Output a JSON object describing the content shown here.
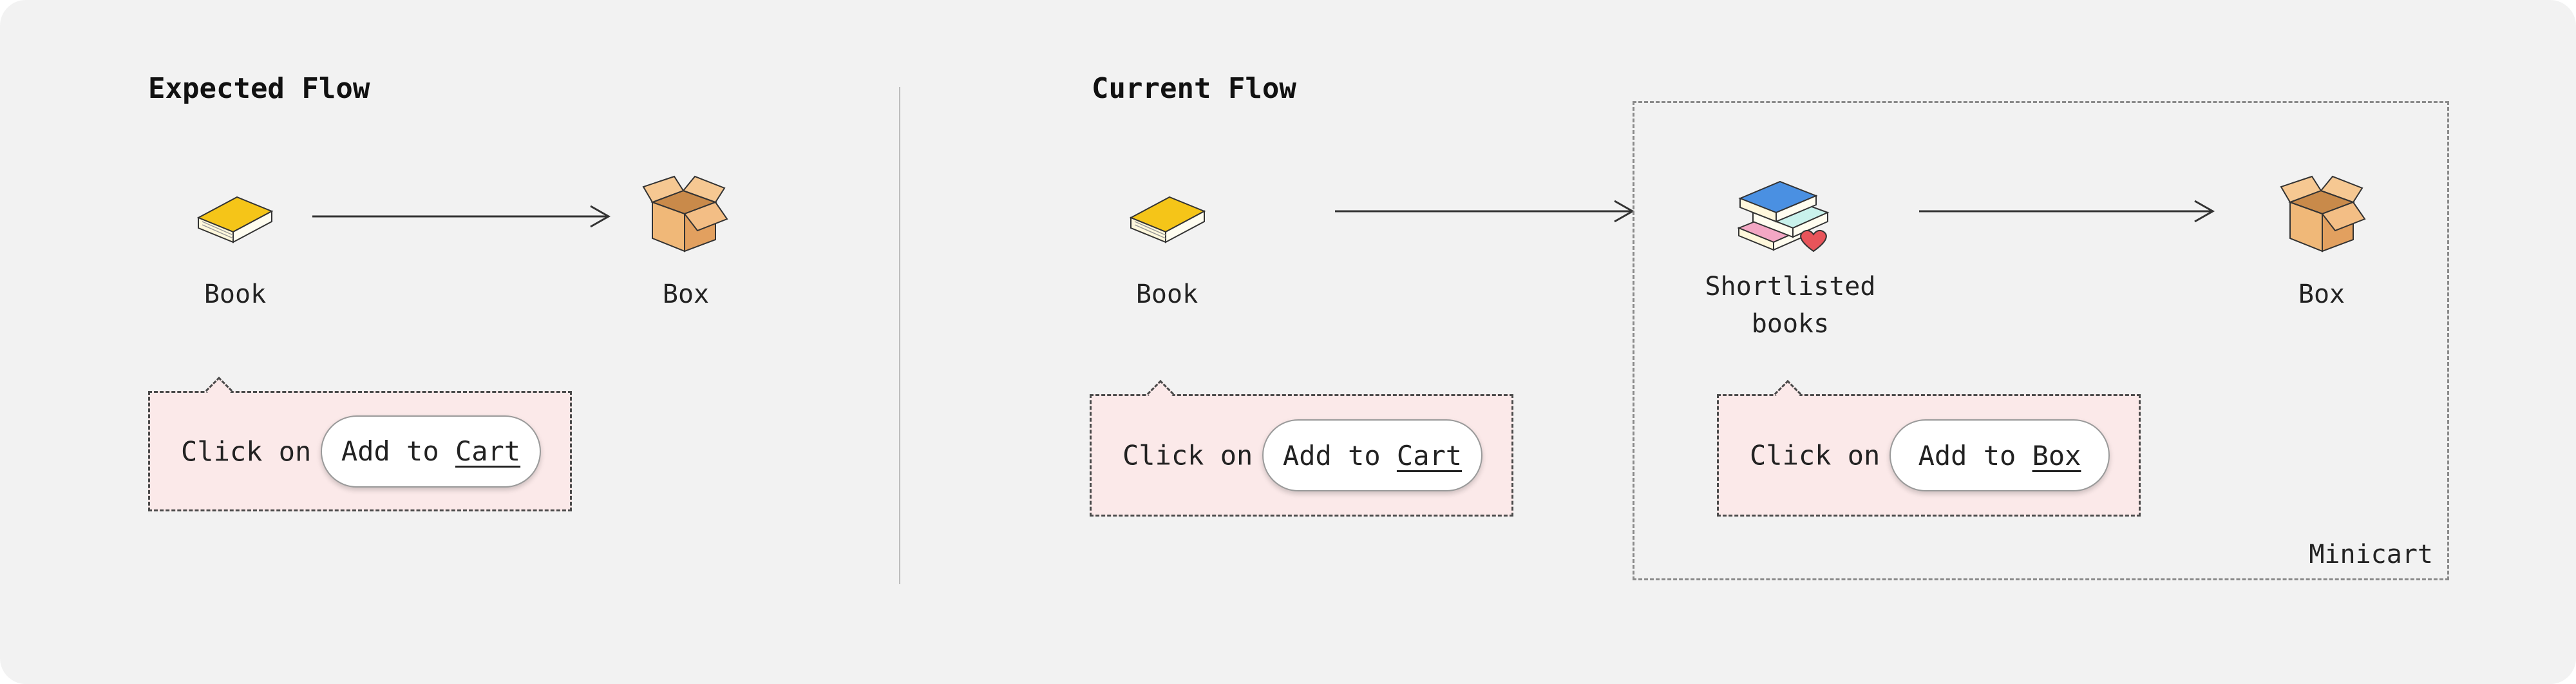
{
  "expected_flow": {
    "title": "Expected Flow",
    "nodes": [
      {
        "label": "Book",
        "icon": "book-icon"
      },
      {
        "label": "Box",
        "icon": "box-icon"
      }
    ],
    "callout": {
      "prefix": "Click on",
      "button_text": "Add to",
      "button_target": "Cart"
    }
  },
  "current_flow": {
    "title": "Current Flow",
    "nodes": [
      {
        "label": "Book",
        "icon": "book-icon"
      },
      {
        "label_line1": "Shortlisted",
        "label_line2": "books",
        "icon": "book-stack-icon"
      },
      {
        "label": "Box",
        "icon": "box-icon"
      }
    ],
    "callouts": [
      {
        "prefix": "Click on",
        "button_text": "Add to",
        "button_target": "Cart"
      },
      {
        "prefix": "Click on",
        "button_text": "Add to",
        "button_target": "Box"
      }
    ],
    "group_label": "Minicart"
  },
  "colors": {
    "panel_bg": "#f2f2f2",
    "callout_bg": "#fbe9e9",
    "book_yellow": "#f5c518",
    "box_orange": "#f0b878",
    "book_blue": "#4a90e2",
    "heart_red": "#e8545a"
  }
}
